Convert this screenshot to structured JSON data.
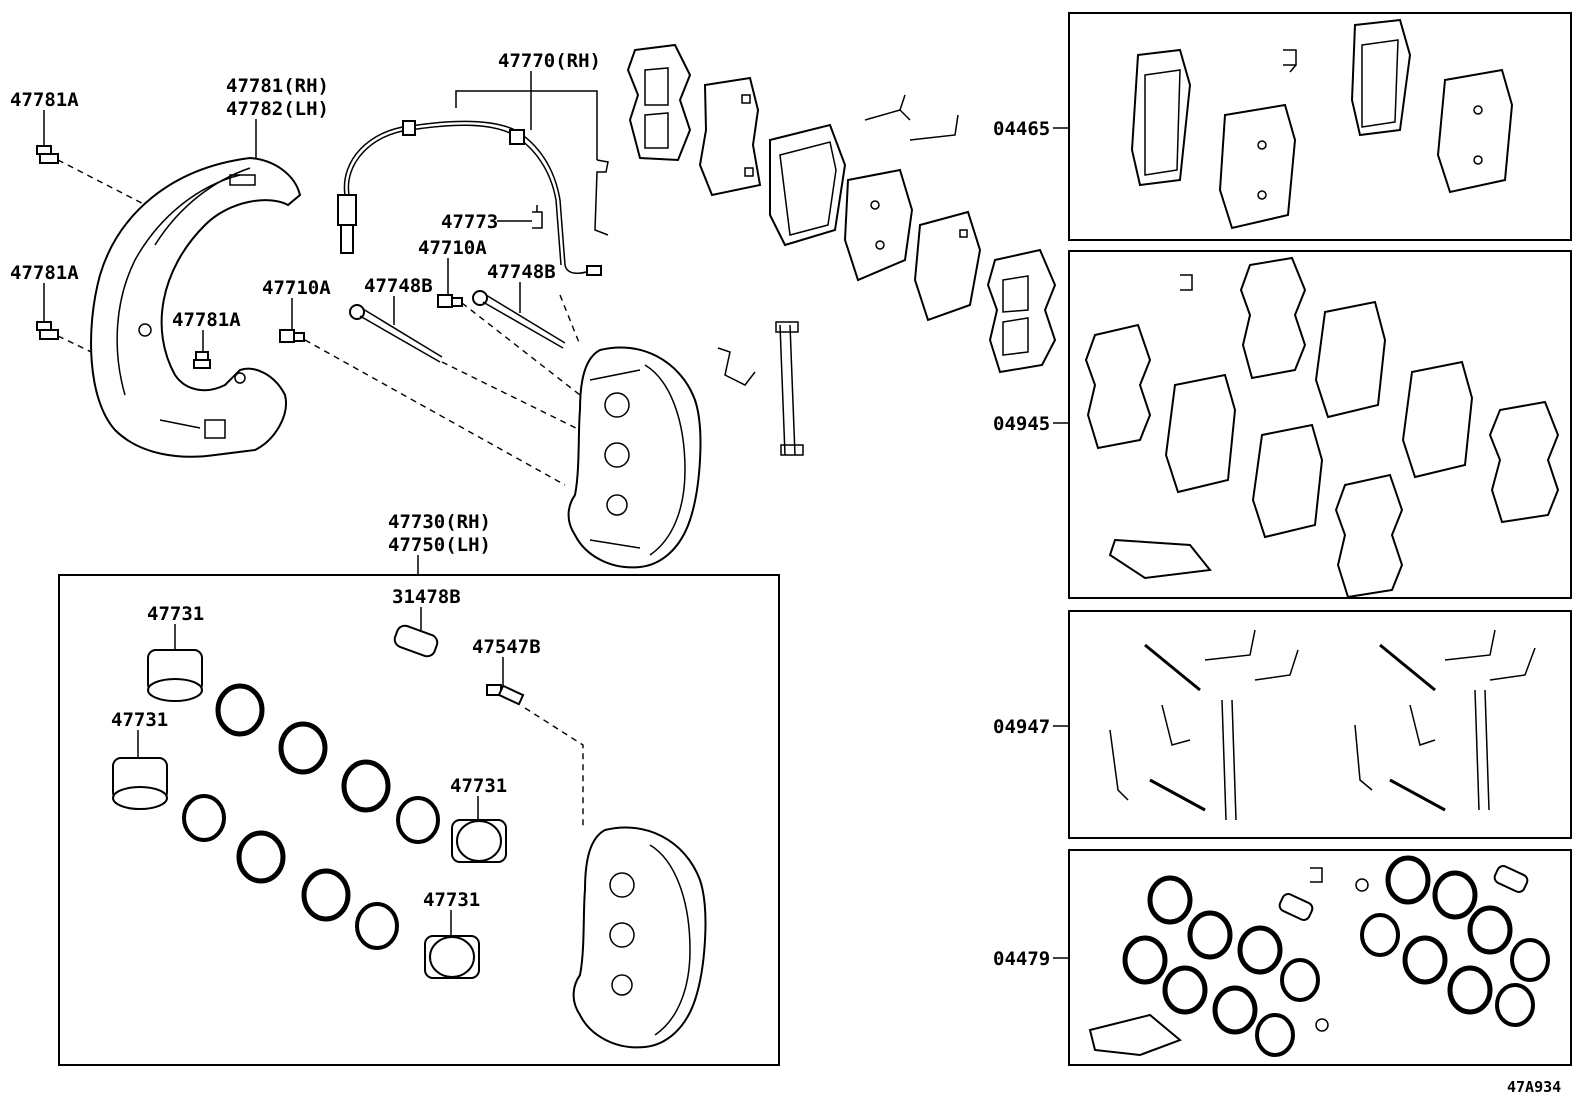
{
  "diagram_id": "47A934",
  "labels": {
    "bolt_a_top": "47781A",
    "bolt_a_mid": "47781A",
    "bolt_a_inner": "47781A",
    "dust_cover_rh": "47781(RH)",
    "dust_cover_lh": "47782(LH)",
    "sensor_wire": "47770(RH)",
    "clip_47773": "47773",
    "bleeder_a_left": "47710A",
    "bleeder_a_mid": "47710A",
    "pin_b_left": "47748B",
    "pin_b_right": "47748B",
    "caliper_rh": "47730(RH)",
    "caliper_lh": "47750(LH)",
    "piston_top": "47731",
    "piston_left": "47731",
    "piston_right": "47731",
    "piston_bottom": "47731",
    "bushing": "31478B",
    "bleeder_plug": "47547B",
    "kit_pads": "04465",
    "kit_shims": "04945",
    "kit_fitting": "04947",
    "kit_seals": "04479"
  }
}
